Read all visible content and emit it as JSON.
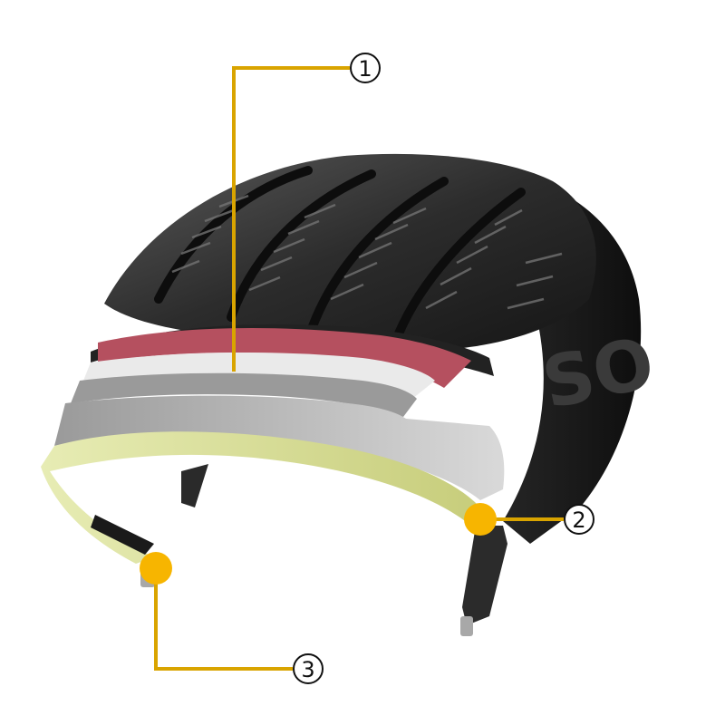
{
  "callouts": [
    {
      "label": "1"
    },
    {
      "label": "2"
    },
    {
      "label": "3"
    }
  ],
  "sidewall_text": "SO",
  "colors": {
    "leader": "#d9a400",
    "marker": "#f7b500",
    "rubber_dark": "#1d1d1d",
    "tread": "#3a3a3a",
    "cap_ply": "#e8e8e8",
    "belt_red": "#b04a5a",
    "steel_belt": "#8a8a8a",
    "inner_liner": "#d9df9a"
  }
}
